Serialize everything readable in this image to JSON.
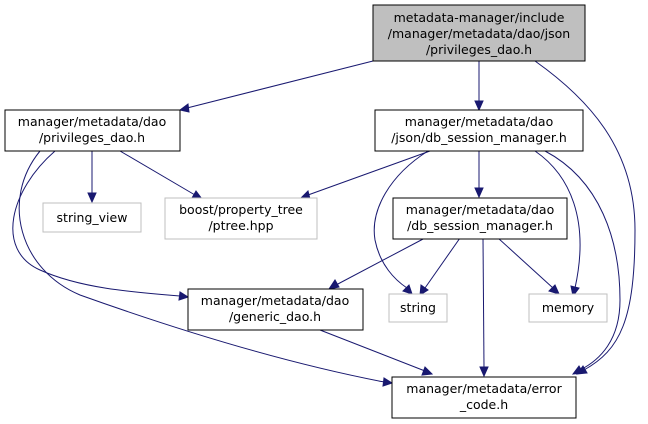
{
  "nodes": {
    "root": {
      "line1": "metadata-manager/include",
      "line2": "/manager/metadata/dao/json",
      "line3": "/privileges_dao.h"
    },
    "privileges_dao": {
      "line1": "manager/metadata/dao",
      "line2": "/privileges_dao.h"
    },
    "json_db_session_manager": {
      "line1": "manager/metadata/dao",
      "line2": "/json/db_session_manager.h"
    },
    "string_view": {
      "line1": "string_view"
    },
    "ptree": {
      "line1": "boost/property_tree",
      "line2": "/ptree.hpp"
    },
    "db_session_manager": {
      "line1": "manager/metadata/dao",
      "line2": "/db_session_manager.h"
    },
    "generic_dao": {
      "line1": "manager/metadata/dao",
      "line2": "/generic_dao.h"
    },
    "string": {
      "line1": "string"
    },
    "memory": {
      "line1": "memory"
    },
    "error_code": {
      "line1": "manager/metadata/error",
      "line2": "_code.h"
    }
  },
  "colors": {
    "edge": "#191970",
    "root_fill": "#bfbfbf",
    "external_border": "#bfbfbf"
  }
}
